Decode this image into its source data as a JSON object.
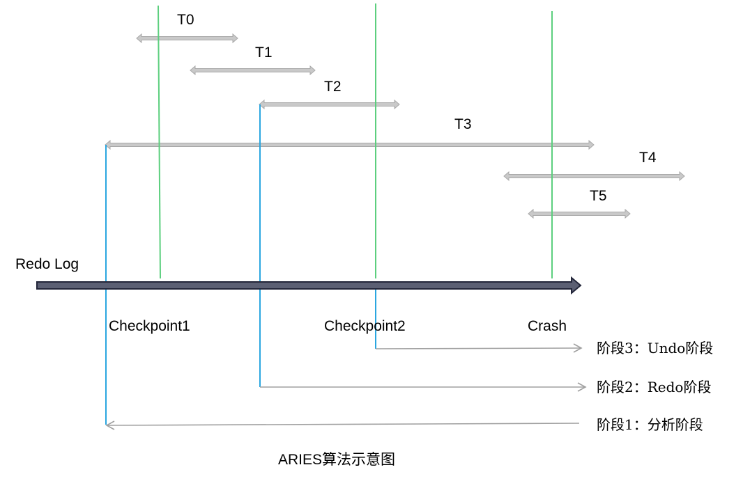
{
  "diagram": {
    "title": "ARIES算法示意图",
    "axis_label": "Redo Log",
    "transactions": [
      {
        "label": "T0"
      },
      {
        "label": "T1"
      },
      {
        "label": "T2"
      },
      {
        "label": "T3"
      },
      {
        "label": "T4"
      },
      {
        "label": "T5"
      }
    ],
    "markers": [
      {
        "label": "Checkpoint1"
      },
      {
        "label": "Checkpoint2"
      },
      {
        "label": "Crash"
      }
    ],
    "phases": [
      {
        "label": "阶段3：Undo阶段"
      },
      {
        "label": "阶段2：Redo阶段"
      },
      {
        "label": "阶段1：分析阶段"
      }
    ],
    "colors": {
      "transaction_bar": "#c9c9c9",
      "transaction_bar_edge": "#a9a9a9",
      "marker_line": "#5ccf7e",
      "phase_start_line": "#2aa6e0",
      "phase_arrow": "#a0a0a0",
      "axis_fill": "#5b5f73",
      "axis_stroke": "#23263a",
      "text": "#000000"
    }
  }
}
